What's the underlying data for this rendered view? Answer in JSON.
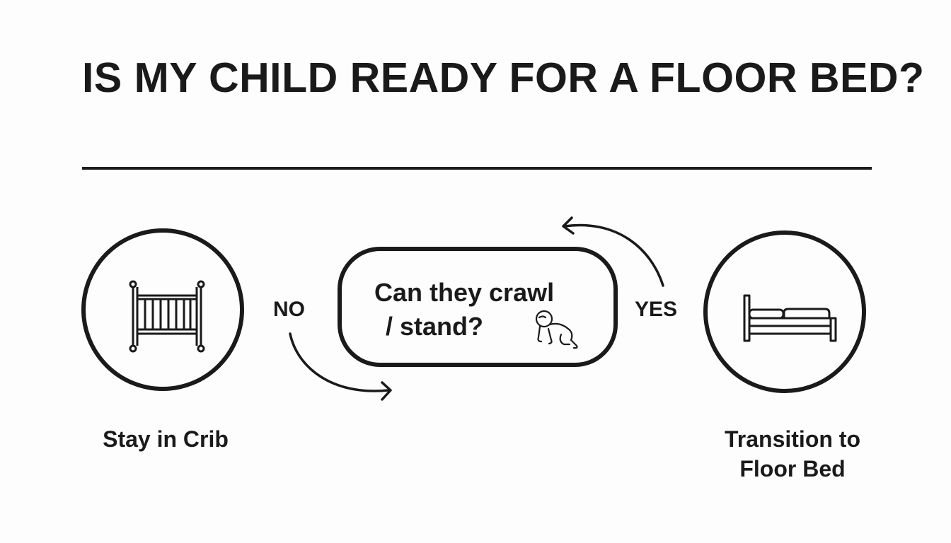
{
  "title": "IS MY CHILD READY FOR A FLOOR BED?",
  "decision": {
    "line1": "Can they crawl",
    "line2": "/ stand?",
    "icon": "crawling-baby-icon"
  },
  "edges": {
    "no_label": "NO",
    "yes_label": "YES"
  },
  "outcomes": {
    "no": {
      "label": "Stay in Crib",
      "icon": "crib-icon"
    },
    "yes": {
      "line1": "Transition to",
      "line2": "Floor Bed",
      "icon": "bed-icon"
    }
  },
  "colors": {
    "ink": "#1a1a1a",
    "background": "#fdfdfd"
  }
}
